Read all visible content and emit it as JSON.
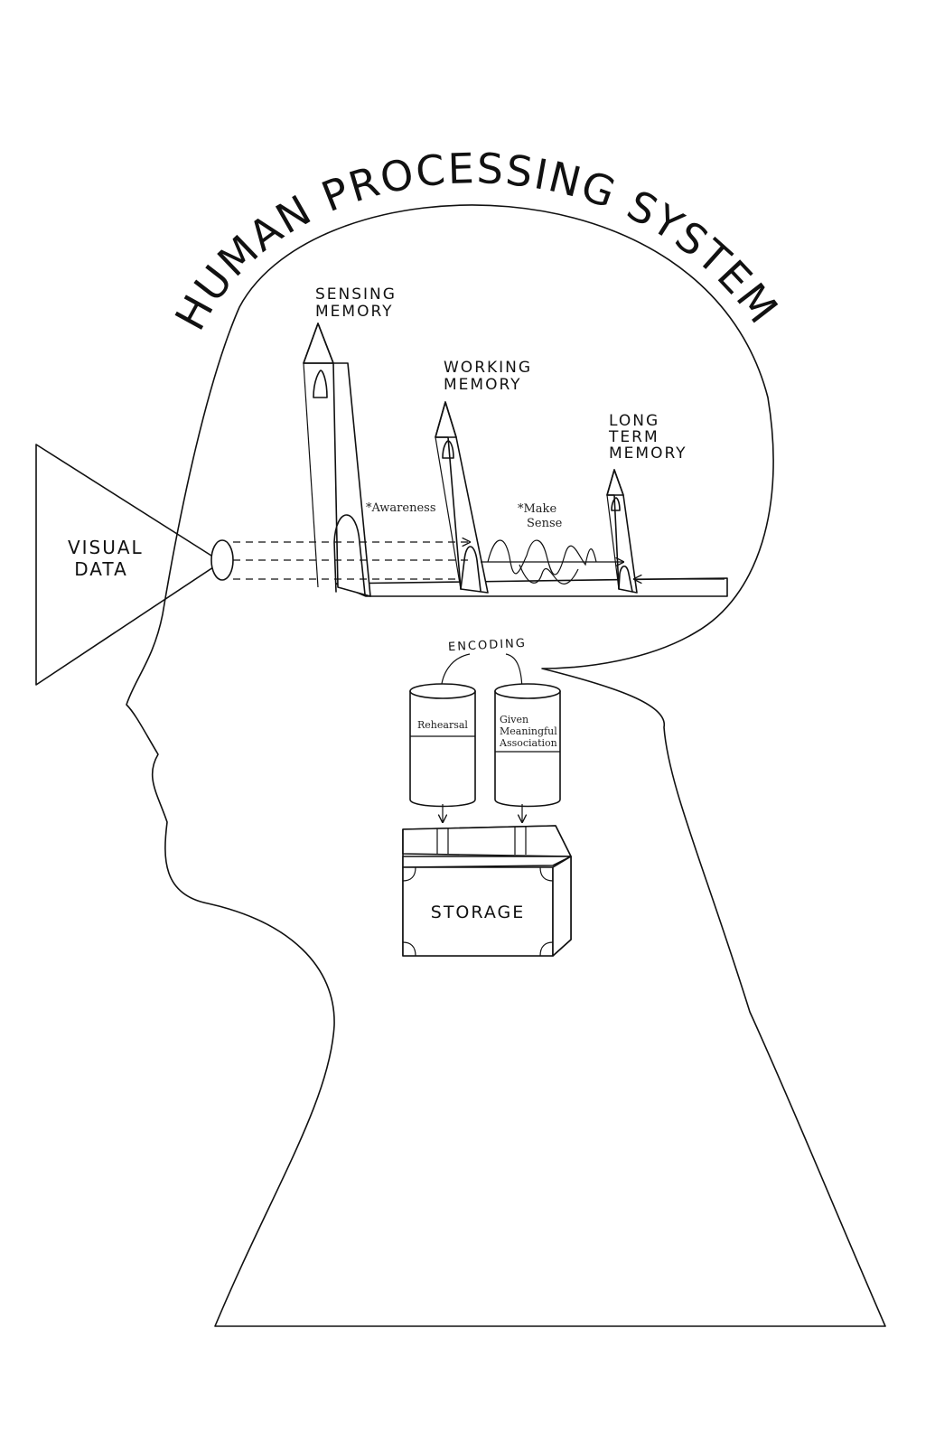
{
  "diagram": {
    "title": "HUMAN PROCESSING SYSTEM",
    "input_label": [
      "VISUAL",
      "DATA"
    ],
    "memory_stages": [
      {
        "id": "sensing",
        "label": [
          "SENSING",
          "MEMORY"
        ]
      },
      {
        "id": "working",
        "label": [
          "WORKING",
          "MEMORY"
        ]
      },
      {
        "id": "long-term",
        "label": [
          "LONG",
          "TERM",
          "MEMORY"
        ]
      }
    ],
    "notes": {
      "awareness": "*Awareness",
      "make_sense": [
        "*Make",
        "Sense"
      ]
    },
    "encoding_label": "ENCODING",
    "encoding_methods": [
      {
        "id": "rehearsal",
        "label": [
          "Rehearsal"
        ]
      },
      {
        "id": "meaningful",
        "label": [
          "Given",
          "Meaningful",
          "Association"
        ]
      }
    ],
    "storage_label": "STORAGE",
    "colors": {
      "line": "#111111",
      "background": "#ffffff"
    }
  }
}
